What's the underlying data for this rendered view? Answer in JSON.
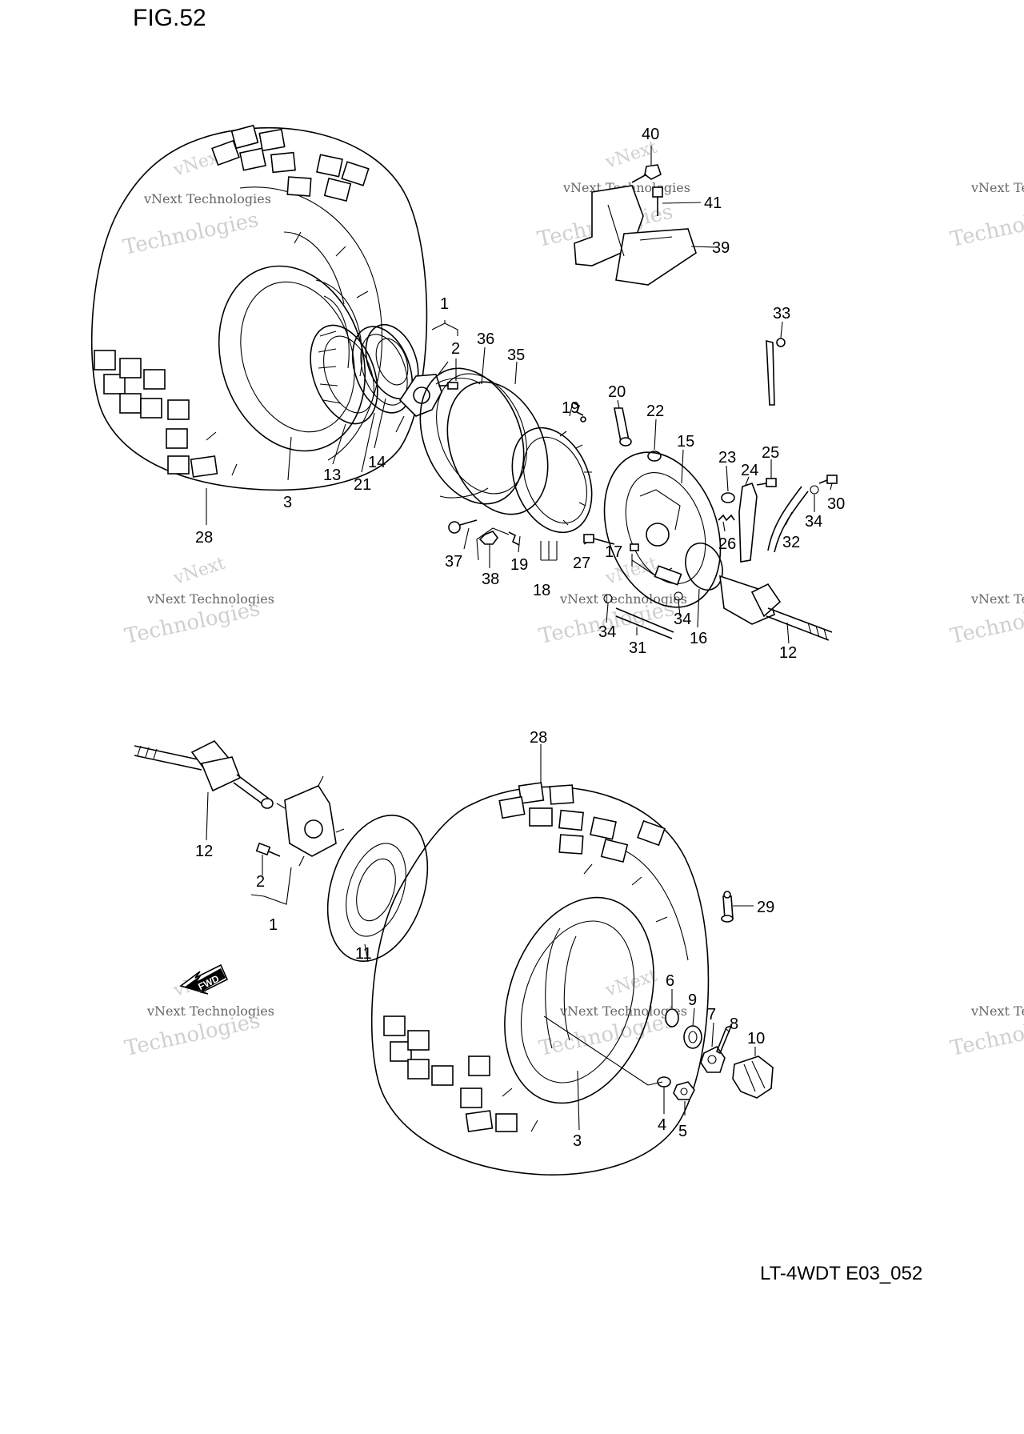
{
  "figure_title": "FIG.52",
  "drawing_code": "LT-4WDT E03_052",
  "fwd_label": "FWD",
  "watermark": {
    "line1": "vNext",
    "line2": "vNext Technologies",
    "line3": "Technologies",
    "color": "#cfcfcf"
  },
  "callouts": [
    "40",
    "41",
    "39",
    "33",
    "1",
    "2",
    "36",
    "35",
    "19",
    "20",
    "22",
    "15",
    "23",
    "24",
    "25",
    "30",
    "34",
    "32",
    "26",
    "13",
    "21",
    "14",
    "3",
    "28",
    "37",
    "38",
    "19",
    "18",
    "27",
    "17",
    "34",
    "34",
    "31",
    "16",
    "12",
    "28",
    "12",
    "2",
    "1",
    "11",
    "29",
    "6",
    "9",
    "7",
    "8",
    "10",
    "4",
    "5",
    "3"
  ]
}
